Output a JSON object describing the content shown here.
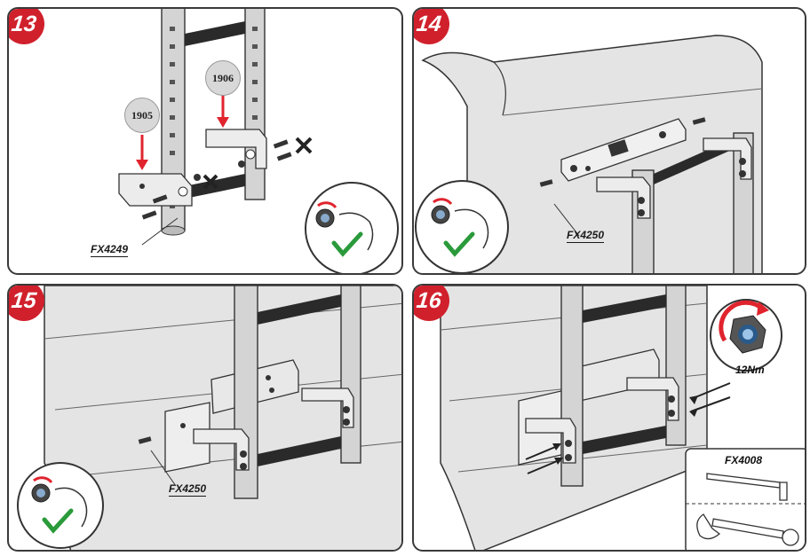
{
  "steps": [
    {
      "number": "13",
      "parts": [
        "1905",
        "1906"
      ],
      "code": "FX4249"
    },
    {
      "number": "14",
      "code": "FX4250"
    },
    {
      "number": "15",
      "code": "FX4250"
    },
    {
      "number": "16",
      "torque": "12Nm",
      "tool_code": "FX4008"
    }
  ],
  "colors": {
    "badge": "#d0202c",
    "arrow": "#e0242e",
    "check": "#2a9a3a",
    "cross": "#222222",
    "surface": "#e4e4e4"
  }
}
